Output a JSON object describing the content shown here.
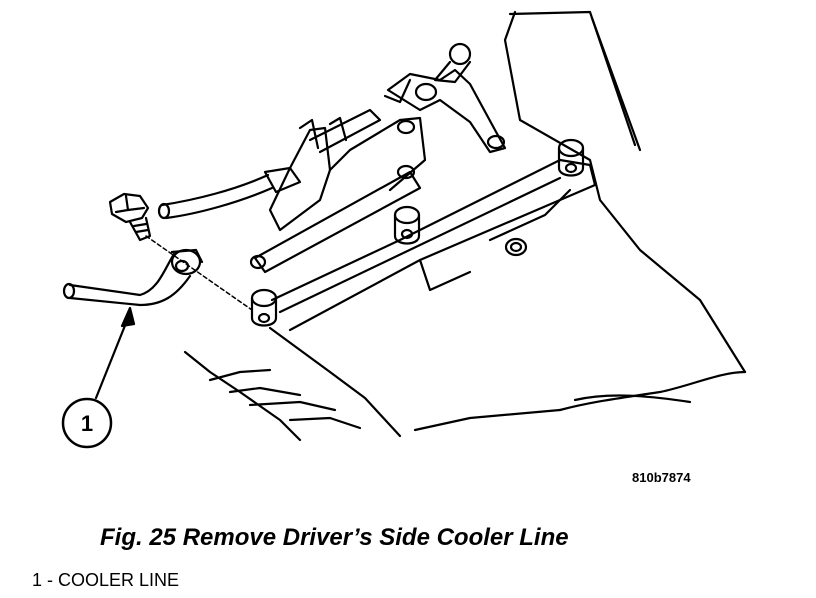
{
  "figure": {
    "callout_number": "1",
    "image_code": "810b7874",
    "caption": "Fig. 25 Remove Driver’s Side Cooler Line",
    "legend": [
      {
        "text": "1 - COOLER LINE"
      }
    ]
  }
}
